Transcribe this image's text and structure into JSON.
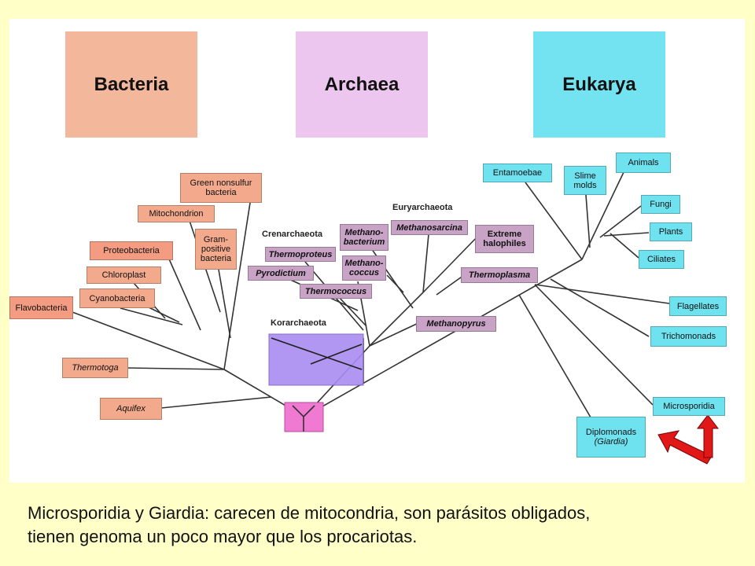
{
  "domains": {
    "bacteria": "Bacteria",
    "archaea": "Archaea",
    "eukarya": "Eukarya"
  },
  "group_headers": {
    "crenarchaeota": "Crenarchaeota",
    "euryarchaeota": "Euryarchaeota",
    "korarchaeota": "Korarchaeota"
  },
  "bacteria_taxa": {
    "green_nonsulfur": "Green nonsulfur bacteria",
    "mitochondrion": "Mitochondrion",
    "gram_positive": "Gram-positive bacteria",
    "proteobacteria": "Proteobacteria",
    "chloroplast": "Chloroplast",
    "cyanobacteria": "Cyanobacteria",
    "flavobacteria": "Flavobacteria",
    "thermotoga": "Thermotoga",
    "aquifex": "Aquifex"
  },
  "archaea_taxa": {
    "methanobacterium": "Methano-bacterium",
    "methanosarcina": "Methanosarcina",
    "extreme_halophiles": "Extreme halophiles",
    "thermoproteus": "Thermoproteus",
    "methanococcus": "Methano-coccus",
    "pyrodictium": "Pyrodictium",
    "thermoplasma": "Thermoplasma",
    "thermococcus": "Thermococcus",
    "methanopyrus": "Methanopyrus"
  },
  "eukarya_taxa": {
    "entamoebae": "Entamoebae",
    "slime_molds": "Slime molds",
    "animals": "Animals",
    "fungi": "Fungi",
    "plants": "Plants",
    "ciliates": "Ciliates",
    "flagellates": "Flagellates",
    "trichomonads": "Trichomonads",
    "microsporidia": "Microsporidia",
    "diplomonads": "Diplomonads",
    "giardia": "(Giardia)"
  },
  "caption": {
    "line1": "Microsporidia y Giardia: carecen de mitocondria, son parásitos obligados,",
    "line2": "tienen genoma un poco mayor que los procariotas."
  },
  "colors": {
    "background": "#ffffc8",
    "bacteria": "#f2a98c",
    "archaea": "#c8a3c6",
    "eukarya": "#6fe2f0",
    "korarchaeota_box": "#a98cf0",
    "root_box": "#f07ad2",
    "arrow": "#e01818"
  }
}
